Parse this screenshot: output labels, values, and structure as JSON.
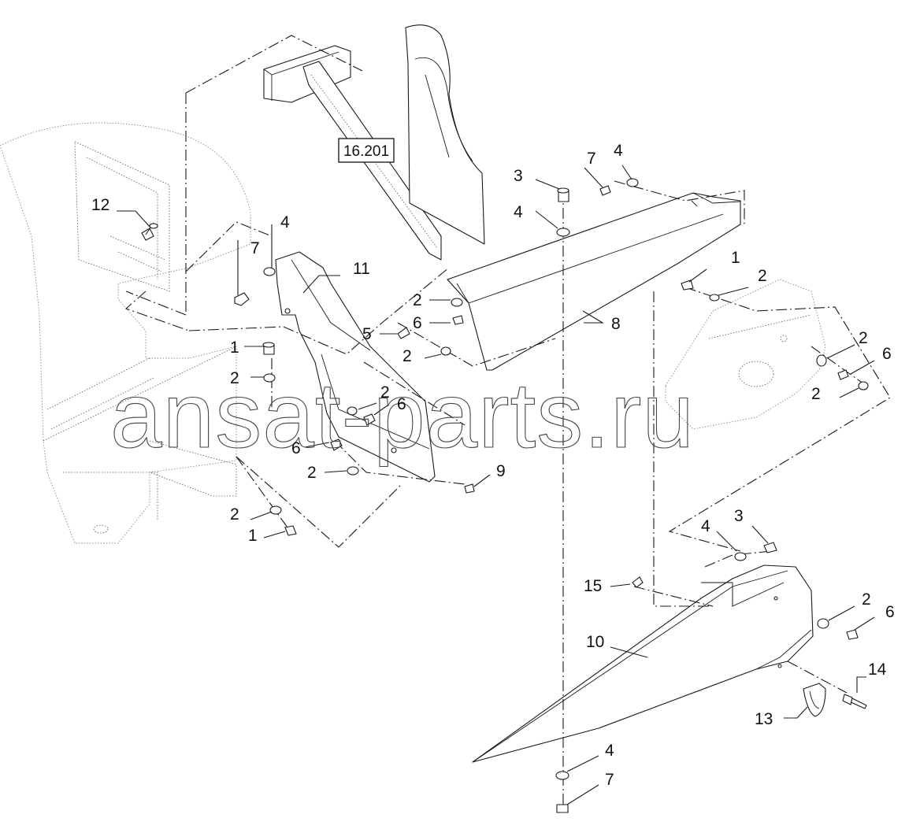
{
  "reference_box": "16.201",
  "watermark": "ansat-parts.ru",
  "corner_mark": "",
  "callouts": [
    "1",
    "2",
    "3",
    "4",
    "5",
    "6",
    "7",
    "8",
    "9",
    "10",
    "11",
    "12",
    "13",
    "14",
    "15"
  ]
}
